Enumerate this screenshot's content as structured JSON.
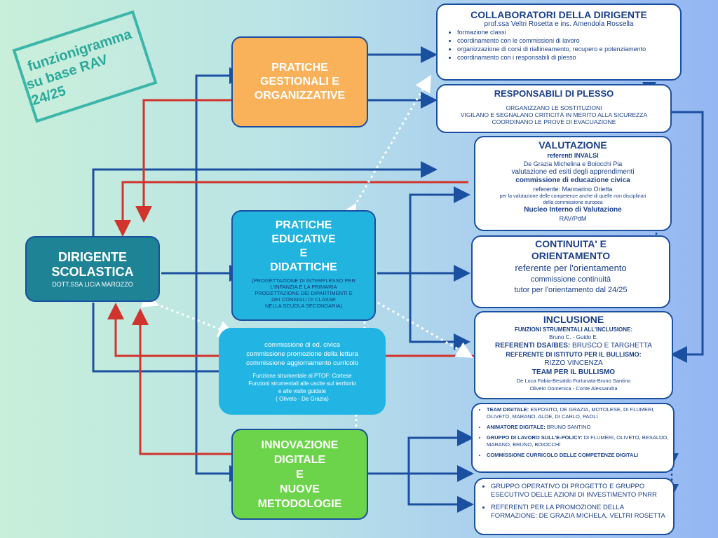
{
  "stamp": {
    "line1": "funzionigramma",
    "line2": "su base RAV 24/25"
  },
  "dirigente": {
    "title1": "DIRIGENTE",
    "title2": "SCOLASTICA",
    "name": "DOTT.SSA LICIA MAROZZO"
  },
  "gestionali": {
    "line1": "PRATICHE",
    "line2": "GESTIONALI E",
    "line3": "ORGANIZZATIVE"
  },
  "educative": {
    "line1": "PRATICHE",
    "line2": "EDUCATIVE",
    "line3": "E",
    "line4": "DIDATTICHE",
    "note1": "(PROGETTAZIONE DI INTERPLESSO PER",
    "note2": "L'INFANZIA E LA PRIMARIA",
    "note3": "PROGETTAZIONE DEI DIPARTIMENTI E",
    "note4": "DEI CONSIGLI DI CLASSE",
    "note5": "NELLA SCUOLA SECONDARIA)"
  },
  "commissioni": {
    "l1": "commissione di ed. civica",
    "l2": "commissione promozione della lettura",
    "l3": "commissione aggiornamento curricolo",
    "l4": "Funzione strumentale al PTOF: Cortese",
    "l5": "Funzioni strumentali alle uscite sul territorio",
    "l6": "e alle visite guidate",
    "l7": "( Oliveto - De Grazia)"
  },
  "innovazione": {
    "line1": "INNOVAZIONE",
    "line2": "DIGITALE",
    "line3": "E",
    "line4": "NUOVE",
    "line5": "METODOLOGIE"
  },
  "collaboratori": {
    "title": "COLLABORATORI DELLA DIRIGENTE",
    "sub": "prof.ssa Veltri Rosetta e ins. Amendola Rossella",
    "items": [
      "formazione classi",
      "coordinamento con le commissioni di lavoro",
      "organizzazione di corsi di riallineamento, recupero e potenziamento",
      "coordinamento con i responsabili di plesso"
    ]
  },
  "plesso": {
    "title": "RESPONSABILI DI PLESSO",
    "l1": "ORGANIZZANO LE SOSTITUZIONI",
    "l2": "VIGILANO E SEGNALANO CRITICITÀ IN MERITO ALLA SICUREZZA",
    "l3": "COORDINANO LE PROVE DI EVACUAZIONE"
  },
  "valutazione": {
    "title": "VALUTAZIONE",
    "r1": "referenti INVALSI",
    "r2": "De Grazia Michelina e  Boiocchi Pia",
    "r3": "valutazione ed esiti degli apprendimenti",
    "r4": "commissione di educazione civica",
    "r5": "referente: Mannarino Orietta",
    "r6": "per la valutazione delle competenze anche di quelle non disciplinari",
    "r7": "della commissione europea",
    "r8": "Nucleo Interno di Valutazione",
    "r9": "RAV/PdM"
  },
  "continuita": {
    "title1": "CONTINUITA' E",
    "title2": "ORIENTAMENTO",
    "l1": "referente per l'orientamento",
    "l2": "commissione continuità",
    "l3": "tutor per l'orientamento dal 24/25"
  },
  "inclusione": {
    "title": "INCLUSIONE",
    "l1": "FUNZIONI STRUMENTALI ALL'INCLUSIONE:",
    "l2": "Bruno C. - Guido E.",
    "l3a": "REFERENTI DSA/BES:",
    "l3b": " BRUSCO E TARGHETTA",
    "l4": "REFERENTE DI ISTITUTO PER IL BULLISMO:",
    "l5": "RIZZO VINCENZA",
    "l6": "TEAM  PER IL BULLISMO",
    "l7": "De Luca Fabia-Besaldo Fortunata-Bruno Santino",
    "l8": "Oliveto Domenica - Conte Alessandra"
  },
  "digitale": {
    "items": [
      {
        "b": "TEAM DIGITALE:",
        "t": " ESPOSITO, DE GRAZIA, MOTOLESE, DI FLUMERI, OLIVETO, MARANO, ALOE, DI CARLO, PAOLI"
      },
      {
        "b": "ANIMATORE DIGITALE:",
        "t": " BRUNO SANTINO"
      },
      {
        "b": "GRUPPO DI LAVORO SULL'E-POLICY:",
        "t": " DI FLUMERI, OLIVETO, BESALDO, MARANO, BRUNO, BOIOCCHI"
      },
      {
        "b": "COMMISSIONE CURRICOLO DELLE COMPETENZE DIGITALI",
        "t": ""
      }
    ]
  },
  "pnrr": {
    "items": [
      "GRUPPO OPERATIVO DI PROGETTO E GRUPPO ESECUTIVO DELLE AZIONI DI INVESTIMENTO PNRR",
      "REFERENTI PER LA PROMOZIONE DELLA FORMAZIONE: DE GRAZIA MICHELA, VELTRI ROSETTA"
    ]
  },
  "colors": {
    "navy": "#1b4fa0",
    "red": "#d0342c",
    "orange": "#f9b15a",
    "teal": "#1a8a9c",
    "cyan": "#20b8e0",
    "green": "#6cd44a"
  }
}
